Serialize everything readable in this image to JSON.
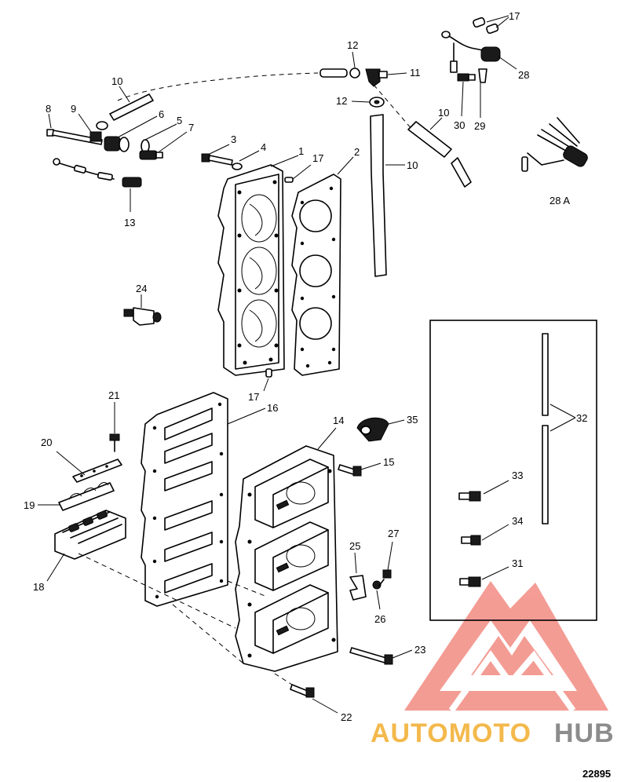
{
  "diagram": {
    "labels": [
      {
        "key": "l1",
        "text": "1"
      },
      {
        "key": "l2",
        "text": "2"
      },
      {
        "key": "l3",
        "text": "3"
      },
      {
        "key": "l4",
        "text": "4"
      },
      {
        "key": "l5",
        "text": "5"
      },
      {
        "key": "l6",
        "text": "6"
      },
      {
        "key": "l7",
        "text": "7"
      },
      {
        "key": "l8",
        "text": "8"
      },
      {
        "key": "l9",
        "text": "9"
      },
      {
        "key": "l10a",
        "text": "10"
      },
      {
        "key": "l10b",
        "text": "10"
      },
      {
        "key": "l10c",
        "text": "10"
      },
      {
        "key": "l11",
        "text": "11"
      },
      {
        "key": "l12a",
        "text": "12"
      },
      {
        "key": "l12b",
        "text": "12"
      },
      {
        "key": "l13",
        "text": "13"
      },
      {
        "key": "l14",
        "text": "14"
      },
      {
        "key": "l15",
        "text": "15"
      },
      {
        "key": "l16",
        "text": "16"
      },
      {
        "key": "l17a",
        "text": "17"
      },
      {
        "key": "l17b",
        "text": "17"
      },
      {
        "key": "l17c",
        "text": "17"
      },
      {
        "key": "l18",
        "text": "18"
      },
      {
        "key": "l19",
        "text": "19"
      },
      {
        "key": "l20",
        "text": "20"
      },
      {
        "key": "l21",
        "text": "21"
      },
      {
        "key": "l22",
        "text": "22"
      },
      {
        "key": "l23",
        "text": "23"
      },
      {
        "key": "l24",
        "text": "24"
      },
      {
        "key": "l25",
        "text": "25"
      },
      {
        "key": "l26",
        "text": "26"
      },
      {
        "key": "l27",
        "text": "27"
      },
      {
        "key": "l28",
        "text": "28"
      },
      {
        "key": "l28a",
        "text": "28 A"
      },
      {
        "key": "l29",
        "text": "29"
      },
      {
        "key": "l30",
        "text": "30"
      },
      {
        "key": "l31",
        "text": "31"
      },
      {
        "key": "l32",
        "text": "32"
      },
      {
        "key": "l33",
        "text": "33"
      },
      {
        "key": "l34",
        "text": "34"
      },
      {
        "key": "l35",
        "text": "35"
      }
    ],
    "figure_number": "22895"
  },
  "watermark": {
    "text_part1": "AUTOMOTO",
    "text_part2": "HUB",
    "color_part1": "#f3b94c",
    "color_part2": "#8c8c8c",
    "logo_color": "#f28b82"
  }
}
